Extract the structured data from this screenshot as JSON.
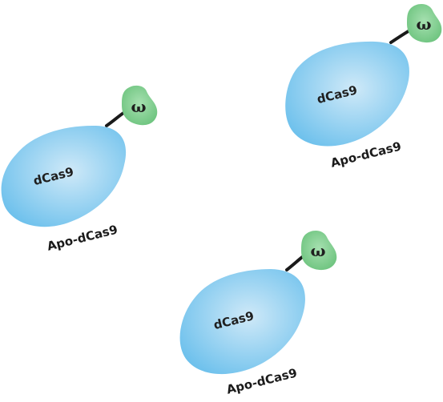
{
  "colors": {
    "blob_center": "#cfe9f8",
    "blob_edge": "#6cc0ec",
    "omega_fill": "#7fcf8e",
    "omega_edge": "#5bb56d",
    "linker": "#1a1a1a"
  },
  "complexes": [
    {
      "protein_label": "dCas9",
      "subunit_label": "ω",
      "caption": "Apo-dCas9"
    },
    {
      "protein_label": "dCas9",
      "subunit_label": "ω",
      "caption": "Apo-dCas9"
    },
    {
      "protein_label": "dCas9",
      "subunit_label": "ω",
      "caption": "Apo-dCas9"
    }
  ]
}
